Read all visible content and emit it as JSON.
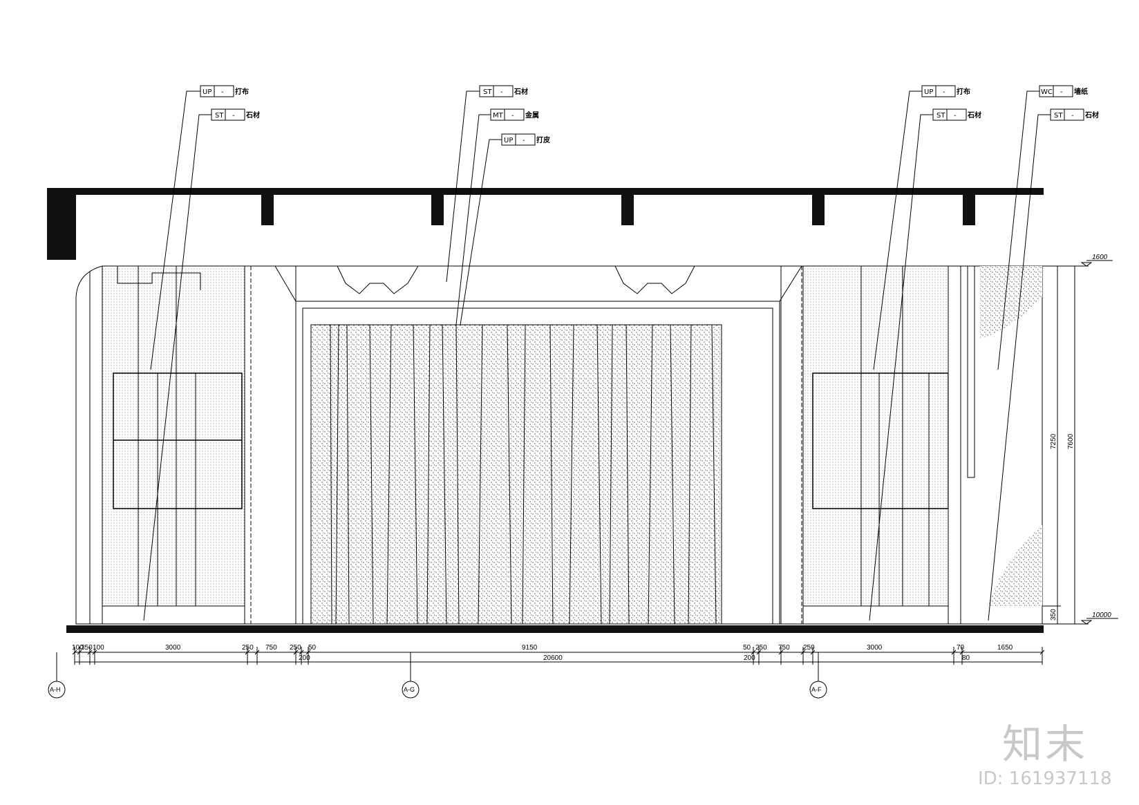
{
  "material_tags": [
    {
      "code": "UP",
      "sep": "-",
      "desc": "打布"
    },
    {
      "code": "ST",
      "sep": "-",
      "desc": "石材"
    },
    {
      "code": "ST",
      "sep": "-",
      "desc": "石材"
    },
    {
      "code": "MT",
      "sep": "-",
      "desc": "金属"
    },
    {
      "code": "UP",
      "sep": "-",
      "desc": "打皮"
    },
    {
      "code": "UP",
      "sep": "-",
      "desc": "打布"
    },
    {
      "code": "ST",
      "sep": "-",
      "desc": "石材"
    },
    {
      "code": "WC",
      "sep": "-",
      "desc": "墙纸"
    },
    {
      "code": "ST",
      "sep": "-",
      "desc": "石材"
    }
  ],
  "levels": {
    "top": "1600",
    "bottom": "10000"
  },
  "vertical_dims": {
    "inner": "7250",
    "outer": "7600",
    "base": "350"
  },
  "dims_row1": [
    "100",
    "350",
    "100",
    "3000",
    "250",
    "750",
    "250",
    "50",
    "9150",
    "50",
    "250",
    "750",
    "250",
    "3000",
    "70",
    "1650"
  ],
  "dims_row2": [
    "200",
    "20600",
    "200",
    "80"
  ],
  "grid_axes": [
    "A-H",
    "A-G",
    "A-F"
  ],
  "watermark": {
    "logo": "知末",
    "id": "ID: 161937118"
  }
}
